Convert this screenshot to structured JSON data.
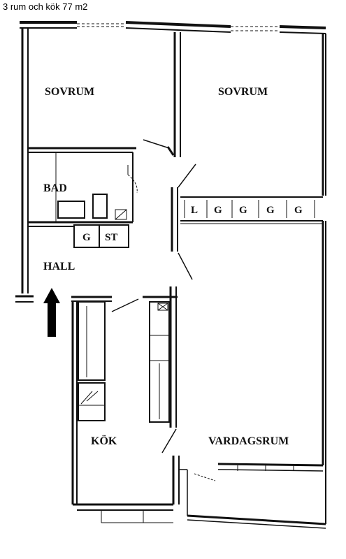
{
  "caption": "3 rum och kök 77 m2",
  "rooms": {
    "bedroom_left": "SOVRUM",
    "bedroom_right": "SOVRUM",
    "bath": "BAD",
    "hall": "HALL",
    "kitchen": "KÖK",
    "living": "VARDAGSRUM"
  },
  "closets": [
    "L",
    "G",
    "G",
    "G",
    "G"
  ],
  "storage": [
    "G",
    "ST"
  ],
  "colors": {
    "ink": "#111111",
    "arrow": "#000000",
    "background": "#ffffff"
  }
}
